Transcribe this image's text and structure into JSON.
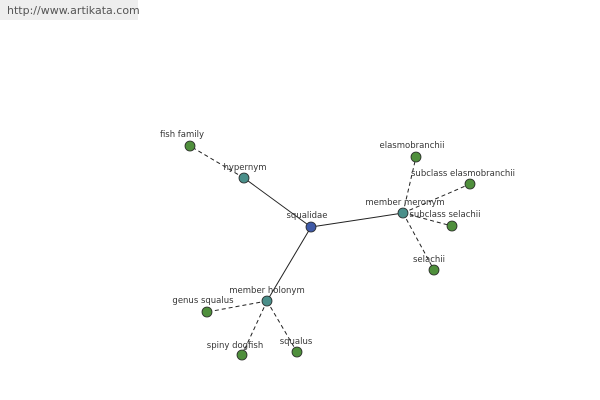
{
  "watermark": {
    "text": "http://www.artikata.com"
  },
  "colors": {
    "center": "#3f5aa6",
    "relation": "#4a8f8a",
    "leaf": "#4f8f3c",
    "edge": "#222222"
  },
  "graph": {
    "nodes": [
      {
        "id": "squalidae",
        "label": "squalidae",
        "kind": "center"
      },
      {
        "id": "hypernym",
        "label": "hypernym",
        "kind": "relation"
      },
      {
        "id": "fish-family",
        "label": "fish family",
        "kind": "leaf"
      },
      {
        "id": "member-meronym",
        "label": "member meronym",
        "kind": "relation"
      },
      {
        "id": "elasmobranchii",
        "label": "elasmobranchii",
        "kind": "leaf"
      },
      {
        "id": "subclass-elasmobranchii",
        "label": "subclass elasmobranchii",
        "kind": "leaf"
      },
      {
        "id": "subclass-selachii",
        "label": "subclass selachii",
        "kind": "leaf"
      },
      {
        "id": "selachii",
        "label": "selachii",
        "kind": "leaf"
      },
      {
        "id": "member-holonym",
        "label": "member holonym",
        "kind": "relation"
      },
      {
        "id": "genus-squalus",
        "label": "genus squalus",
        "kind": "leaf"
      },
      {
        "id": "spiny-dogfish",
        "label": "spiny dogfish",
        "kind": "leaf"
      },
      {
        "id": "squalus",
        "label": "squalus",
        "kind": "leaf"
      }
    ],
    "edges": [
      {
        "from": "squalidae",
        "to": "hypernym",
        "style": "solid"
      },
      {
        "from": "squalidae",
        "to": "member-meronym",
        "style": "solid"
      },
      {
        "from": "squalidae",
        "to": "member-holonym",
        "style": "solid"
      },
      {
        "from": "hypernym",
        "to": "fish-family",
        "style": "dashed"
      },
      {
        "from": "member-meronym",
        "to": "elasmobranchii",
        "style": "dashed"
      },
      {
        "from": "member-meronym",
        "to": "subclass-elasmobranchii",
        "style": "dashed"
      },
      {
        "from": "member-meronym",
        "to": "subclass-selachii",
        "style": "dashed"
      },
      {
        "from": "member-meronym",
        "to": "selachii",
        "style": "dashed"
      },
      {
        "from": "member-holonym",
        "to": "genus-squalus",
        "style": "dashed"
      },
      {
        "from": "member-holonym",
        "to": "spiny-dogfish",
        "style": "dashed"
      },
      {
        "from": "member-holonym",
        "to": "squalus",
        "style": "dashed"
      }
    ]
  }
}
